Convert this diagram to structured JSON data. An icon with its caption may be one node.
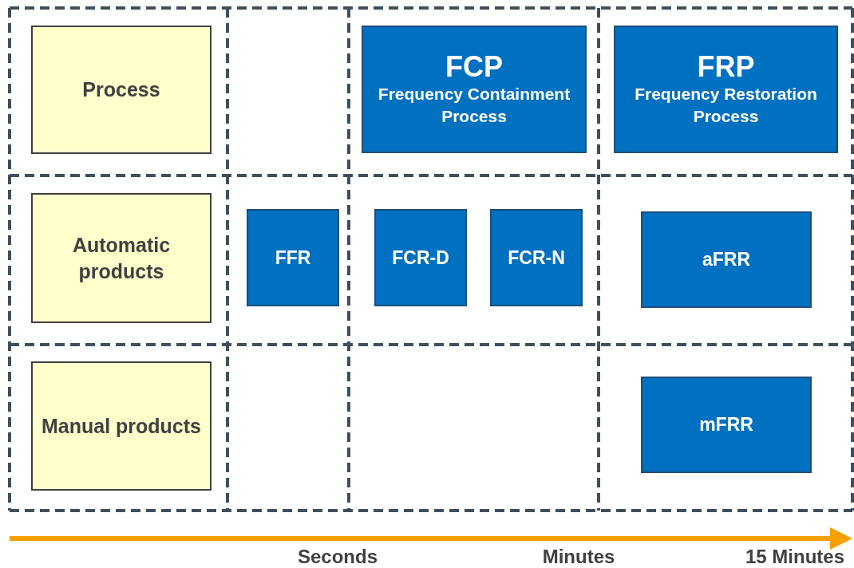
{
  "diagram": {
    "nodes": [
      {
        "text": [
          "Process"
        ]
      },
      {
        "text": [
          "FCP",
          "Frequency Containment Process"
        ]
      },
      {
        "text": [
          "FRP",
          "Frequency Restoration Process"
        ]
      },
      {
        "text": [
          "Automatic products"
        ]
      },
      {
        "text": [
          "FFR"
        ]
      },
      {
        "text": [
          "FCR-D"
        ]
      },
      {
        "text": [
          "FCR-N"
        ]
      },
      {
        "text": [
          "aFRR"
        ]
      },
      {
        "text": [
          "Manual products"
        ]
      },
      {
        "text": [
          "mFRR"
        ]
      }
    ],
    "edges": [],
    "labels": [
      "Seconds",
      "Minutes",
      "15 Minutes"
    ]
  }
}
